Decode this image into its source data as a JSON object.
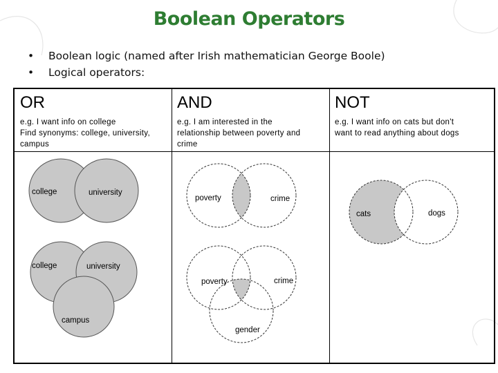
{
  "title": "Boolean Operators",
  "bullets": [
    "Boolean logic (named after Irish mathematician George Boole)",
    "Logical operators:"
  ],
  "columns": [
    {
      "heading": "OR",
      "description": [
        "e.g. I want info on college",
        "Find synonyms: college, university,",
        "campus"
      ],
      "diagram1": {
        "labels": [
          "college",
          "university"
        ]
      },
      "diagram2": {
        "labels": [
          "college",
          "university",
          "campus"
        ]
      }
    },
    {
      "heading": "AND",
      "description": [
        "e.g. I am interested in the",
        "relationship between poverty and",
        "crime"
      ],
      "diagram1": {
        "labels": [
          "poverty",
          "crime"
        ]
      },
      "diagram2": {
        "labels": [
          "poverty",
          "crime",
          "gender"
        ]
      }
    },
    {
      "heading": "NOT",
      "description": [
        "e.g. I want info on cats but don't",
        "want to read anything about dogs"
      ],
      "diagram1": {
        "labels": [
          "cats",
          "dogs"
        ]
      }
    }
  ],
  "colors": {
    "title": "#2e7d32",
    "shade": "#c8c8c8"
  }
}
